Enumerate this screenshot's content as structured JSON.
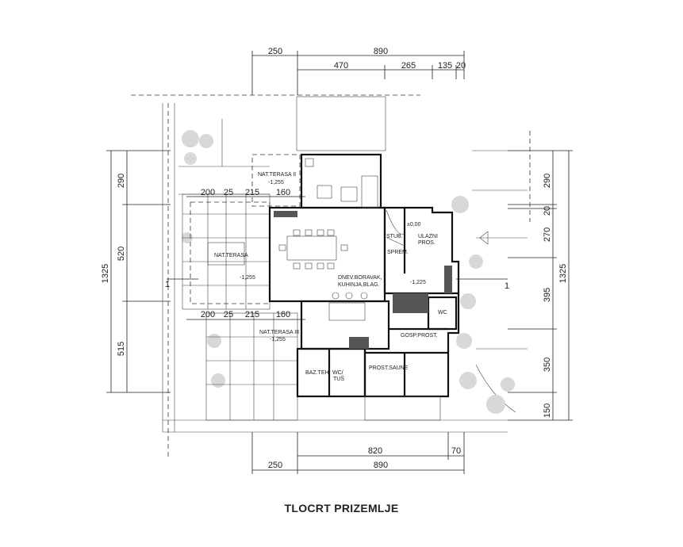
{
  "title": "TLOCRT PRIZEMLJE",
  "dimensions": {
    "top_outer": [
      "250",
      "890"
    ],
    "top_inner": [
      "470",
      "265",
      "135",
      "20"
    ],
    "left_inner": [
      "290",
      "520",
      "515"
    ],
    "left_total": "1325",
    "right_inner": [
      "290",
      "20",
      "270",
      "395",
      "350",
      "150"
    ],
    "right_total": "1325",
    "bottom_inner": [
      "820",
      "70"
    ],
    "bottom_outer": [
      "250",
      "890"
    ],
    "terrace_upper": [
      "200",
      "25",
      "215",
      "160"
    ],
    "terrace_lower": [
      "200",
      "25",
      "215",
      "160"
    ]
  },
  "rooms": {
    "terrace2": {
      "name": "NAT.TERASA II",
      "level": "-1,255"
    },
    "terrace": {
      "name": "NAT.TERASA",
      "level": "-1,255"
    },
    "terrace3": {
      "name": "NAT.TERASA III",
      "level": "-1,255"
    },
    "living": {
      "line1": "DNEV.BORAVAK,",
      "line2": "KUHINJA,BLAG."
    },
    "entry_level": "±0,00",
    "stairs": "STUB.",
    "entry": {
      "line1": "ULAZNI",
      "line2": "PROS."
    },
    "storage": "SPREM.",
    "lower_level": "-1,225",
    "wc": "WC",
    "utility": "GOSP.PROST.",
    "pool_tech": "BAZ.TEH.",
    "wc_shower": {
      "line1": "WC/",
      "line2": "TUŠ"
    },
    "sauna": "PROST.SAUNE"
  },
  "section_marks": [
    "1",
    "1"
  ]
}
